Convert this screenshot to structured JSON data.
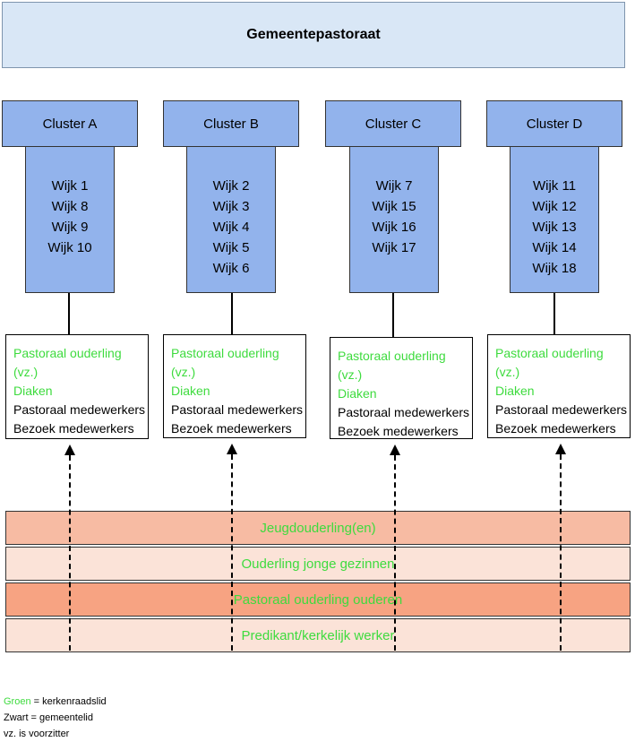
{
  "title": "Gemeentepastoraat",
  "clusters": [
    {
      "name": "Cluster A",
      "wijken": [
        "Wijk 1",
        "Wijk 8",
        "Wijk 9",
        "Wijk 10"
      ]
    },
    {
      "name": "Cluster B",
      "wijken": [
        "Wijk 2",
        "Wijk 3",
        "Wijk 4",
        "Wijk 5",
        "Wijk 6"
      ]
    },
    {
      "name": "Cluster C",
      "wijken": [
        "Wijk 7",
        "Wijk 15",
        "Wijk 16",
        "Wijk 17"
      ]
    },
    {
      "name": "Cluster D",
      "wijken": [
        "Wijk 11",
        "Wijk 12",
        "Wijk 13",
        "Wijk 14",
        "Wijk 18"
      ]
    }
  ],
  "roles": {
    "green": [
      "Pastoraal ouderling (vz.)",
      "Diaken"
    ],
    "black": [
      "Pastoraal medewerkers",
      "Bezoek medewerkers"
    ]
  },
  "bands": [
    {
      "label": "Jeugdouderling(en)",
      "color": "#f7bba3"
    },
    {
      "label": "Ouderling jonge gezinnen",
      "color": "#fbe3d8"
    },
    {
      "label": "Pastoraal ouderling ouderen",
      "color": "#f7a382"
    },
    {
      "label": "Predikant/kerkelijk werker",
      "color": "#fbe3d8"
    }
  ],
  "legend": {
    "green_word": "Groen",
    "green_rest": " = kerkenraadslid",
    "line2": "Zwart = gemeentelid",
    "line3": "vz. is voorzitter"
  },
  "colors": {
    "green_text": "#3edb3e",
    "blue_box": "#92b3ec",
    "title_box": "#d9e7f6"
  }
}
